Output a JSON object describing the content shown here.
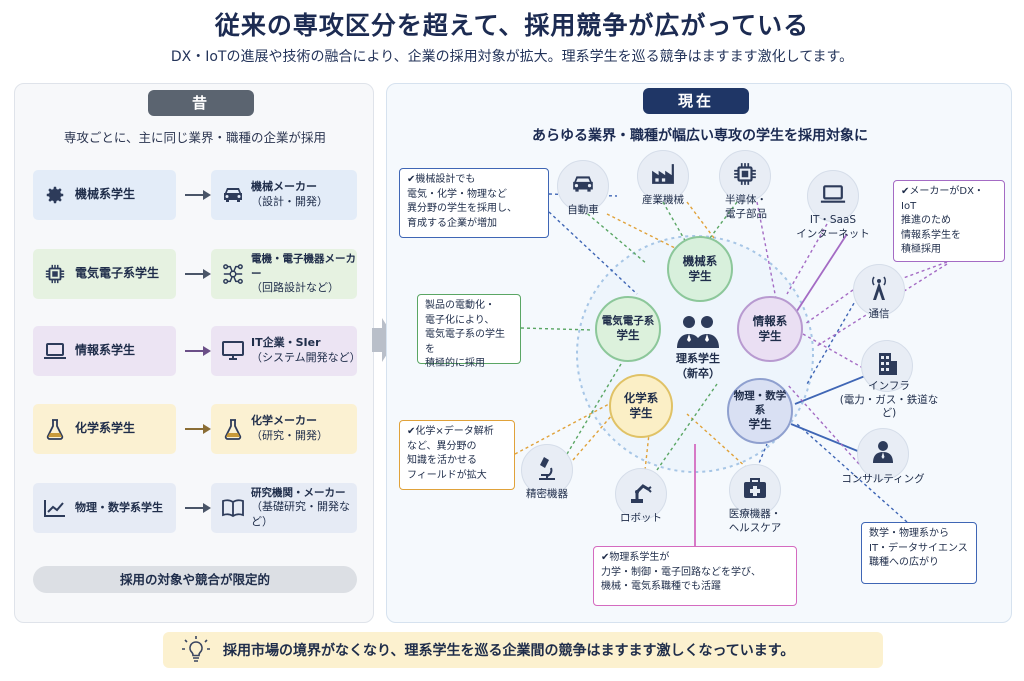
{
  "title": "従来の専攻区分を超えて、採用競争が広がっている",
  "subtitle": "DX・IoTの進展や技術の融合により、企業の採用対象が拡大。理系学生を巡る競争はますます激化してます。",
  "past": {
    "tag": "昔",
    "caption": "専攻ごとに、主に同じ業界・職種の企業が採用",
    "rows": [
      {
        "major": "機械系学生",
        "major_icon": "gear-icon",
        "target1": "機械メーカー",
        "target2": "（設計・開発）",
        "target_icon": "car-icon",
        "color": "#e3ecf8",
        "arrow": "#4a5568"
      },
      {
        "major": "電気電子系学生",
        "major_icon": "chip-icon",
        "target1": "電機・電子機器メーカー",
        "target2": "（回路設計など）",
        "target_icon": "circuit-icon",
        "color": "#e6f2e1",
        "arrow": "#4a5568"
      },
      {
        "major": "情報系学生",
        "major_icon": "laptop-icon",
        "target1": "IT企業・SIer",
        "target2": "（システム開発など）",
        "target_icon": "monitor-icon",
        "color": "#ece4f3",
        "arrow": "#6b4f87"
      },
      {
        "major": "化学系学生",
        "major_icon": "flask-icon",
        "target1": "化学メーカー",
        "target2": "（研究・開発）",
        "target_icon": "flask-icon",
        "color": "#fbf1d2",
        "arrow": "#8a6d35"
      },
      {
        "major": "物理・数学系学生",
        "major_icon": "chart-icon",
        "target1": "研究機関・メーカー",
        "target2": "（基礎研究・開発など）",
        "target_icon": "book-icon",
        "color": "#e6ebf5",
        "arrow": "#4a5568"
      }
    ],
    "footer": "採用の対象や競合が限定的"
  },
  "present": {
    "tag": "現在",
    "caption": "あらゆる業界・職種が幅広い専攻の学生を採用対象に",
    "center": {
      "line1": "理系学生",
      "line2": "（新卒）"
    },
    "majors": [
      {
        "l1": "機械系",
        "l2": "学生",
        "color": "#d8f0dc",
        "border": "#8cc79a"
      },
      {
        "l1": "電気電子系",
        "l2": "学生",
        "color": "#dcf1dc",
        "border": "#8cc79a"
      },
      {
        "l1": "情報系",
        "l2": "学生",
        "color": "#eadff3",
        "border": "#b89ad0"
      },
      {
        "l1": "化学系",
        "l2": "学生",
        "color": "#fbefc6",
        "border": "#e0c266"
      },
      {
        "l1": "物理・数学系",
        "l2": "学生",
        "color": "#d9e0f3",
        "border": "#8fa0cf"
      }
    ],
    "industries": [
      {
        "label": "自動車",
        "icon": "car-icon"
      },
      {
        "label": "産業機械",
        "icon": "factory-icon"
      },
      {
        "label": "半導体・\n電子部品",
        "icon": "chip-icon"
      },
      {
        "label": "IT・SaaS\nインターネット",
        "icon": "laptop-icon"
      },
      {
        "label": "通信",
        "icon": "antenna-icon"
      },
      {
        "label": "インフラ\n(電力・ガス・鉄道など)",
        "icon": "building-icon"
      },
      {
        "label": "コンサルティング",
        "icon": "consultant-icon"
      },
      {
        "label": "医療機器・\nヘルスケア",
        "icon": "medical-kit-icon"
      },
      {
        "label": "ロボット",
        "icon": "robot-arm-icon"
      },
      {
        "label": "精密機器",
        "icon": "microscope-icon"
      }
    ],
    "callouts": {
      "mech": "✔機械設計でも\n電気・化学・物理など\n異分野の学生を採用し、\n育成する企業が増加",
      "elec": "製品の電動化・\n電子化により、\n電気電子系の学生を\n積極的に採用",
      "chem": "✔化学×データ解析\nなど、異分野の\n知識を活かせる\nフィールドが拡大",
      "phys": "✔物理系学生が\n力学・制御・電子回路などを学び、\n機械・電気系職種でも活躍",
      "maker": "✔メーカーがDX・IoT\n推進のため\n情報系学生を\n積極採用",
      "math": "数学・物理系から\nIT・データサイエンス\n職種への広がり"
    },
    "colors": {
      "green": "#5aa664",
      "purple": "#a46bc4",
      "orange": "#e0a23a",
      "blue": "#3f66b5",
      "pink": "#d46bc0"
    }
  },
  "footer": "採用市場の境界がなくなり、理系学生を巡る企業間の競争はますます激しくなっています。"
}
